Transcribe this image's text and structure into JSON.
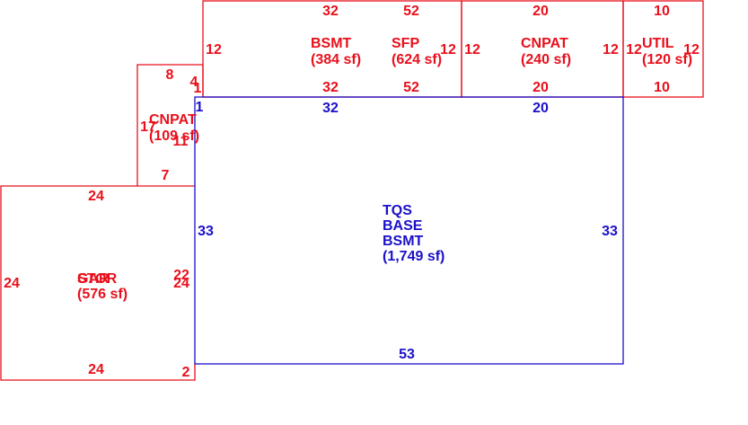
{
  "colors": {
    "red": "#e8101c",
    "blue": "#1a10c8"
  },
  "areas": {
    "main": {
      "lines": [
        "TQS",
        "BASE",
        "BSMT",
        "(1,749 sf)"
      ],
      "dims": {
        "top": "32",
        "top_right": "20",
        "left": "33",
        "right": "33",
        "bottom": "53",
        "corner": "1"
      }
    },
    "bsmt": {
      "lines": [
        "BSMT",
        "(384 sf)"
      ],
      "dims": {
        "top": "32",
        "bottom": "32",
        "left": "12"
      }
    },
    "sfp": {
      "lines": [
        "SFP",
        "(624 sf)"
      ],
      "dims": {
        "top": "52",
        "bottom": "52",
        "right": "12"
      }
    },
    "cnpat_top": {
      "lines": [
        "CNPAT",
        "(240 sf)"
      ],
      "dims": {
        "top": "20",
        "bottom": "20",
        "left": "12",
        "right": "12"
      }
    },
    "util": {
      "lines": [
        "UTIL",
        "(120 sf)"
      ],
      "dims": {
        "top": "10",
        "bottom": "10",
        "left": "12",
        "right": "12"
      }
    },
    "cnpat_left": {
      "lines": [
        "CNPAT",
        "(109 sf)"
      ],
      "dims": {
        "top": "8",
        "side_a": "4",
        "side_b": "1",
        "left": "17",
        "inner": "11",
        "bottom": "7"
      }
    },
    "garage": {
      "label_a": "GAR",
      "label_b": "STOR",
      "area": "(576 sf)",
      "dims": {
        "top": "24",
        "bottom": "24",
        "left": "24",
        "right_a": "22",
        "right_b": "24",
        "corner": "2"
      }
    }
  }
}
